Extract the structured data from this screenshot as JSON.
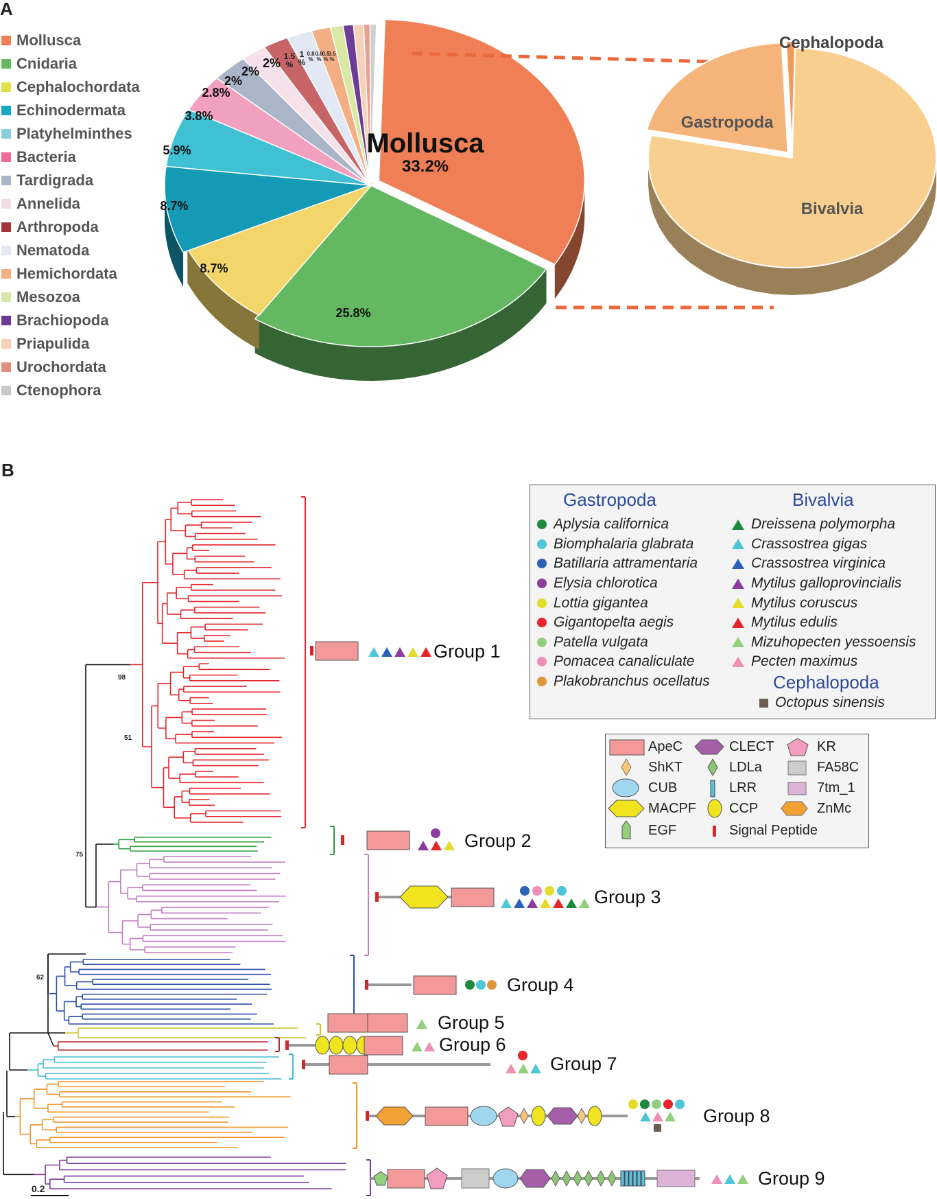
{
  "figure": {
    "panel_a_label": "A",
    "panel_b_label": "B"
  },
  "legend_a": [
    {
      "label": "Mollusca",
      "color": "#f07f55"
    },
    {
      "label": "Cnidaria",
      "color": "#63b861"
    },
    {
      "label": "Cephalochordata",
      "color": "#e2e04a"
    },
    {
      "label": "Echinodermata",
      "color": "#14a8c4"
    },
    {
      "label": "Platyhelminthes",
      "color": "#86d0dc"
    },
    {
      "label": "Bacteria",
      "color": "#ee6a97"
    },
    {
      "label": "Tardigrada",
      "color": "#a9b5c9"
    },
    {
      "label": "Annelida",
      "color": "#f3dbe5"
    },
    {
      "label": "Arthropoda",
      "color": "#a2333a"
    },
    {
      "label": "Nematoda",
      "color": "#e2e8f3"
    },
    {
      "label": "Hemichordata",
      "color": "#f4b07f"
    },
    {
      "label": "Mesozoa",
      "color": "#d8e6a8"
    },
    {
      "label": "Brachiopoda",
      "color": "#6c3a94"
    },
    {
      "label": "Priapulida",
      "color": "#f7cfb6"
    },
    {
      "label": "Urochordata",
      "color": "#e08f7c"
    },
    {
      "label": "Ctenophora",
      "color": "#c8c8c8"
    }
  ],
  "chart_data": [
    {
      "type": "pie",
      "title": "",
      "slices": [
        {
          "name": "Mollusca",
          "value": 33.2,
          "label": "33.2%",
          "big_label": "Mollusca",
          "color": "#f07f55"
        },
        {
          "name": "Cnidaria",
          "value": 25.8,
          "label": "25.8%",
          "color": "#63b861"
        },
        {
          "name": "Cephalochordata",
          "value": 8.7,
          "label": "8.7%",
          "color": "#f3d66a"
        },
        {
          "name": "Echinodermata",
          "value": 8.7,
          "label": "8.7%",
          "color": "#159ab5"
        },
        {
          "name": "Platyhelminthes",
          "value": 5.9,
          "label": "5.9%",
          "color": "#3fc0d3"
        },
        {
          "name": "Bacteria",
          "value": 3.8,
          "label": "3.8%",
          "color": "#f2a0c0"
        },
        {
          "name": "Tardigrada",
          "value": 2.8,
          "label": "2.8%",
          "color": "#aab6c8"
        },
        {
          "name": "Annelida",
          "value": 2,
          "label": "2%",
          "color": "#f5e1ea"
        },
        {
          "name": "Arthropoda",
          "value": 2,
          "label": "2%",
          "color": "#c76467"
        },
        {
          "name": "Nematoda",
          "value": 2,
          "label": "2%",
          "color": "#e3e9f4"
        },
        {
          "name": "Hemichordata",
          "value": 1.5,
          "label": "1.5 %",
          "color": "#f4ae84"
        },
        {
          "name": "Mesozoa",
          "value": 1,
          "label": "1 %",
          "color": "#d9e8a3"
        },
        {
          "name": "Brachiopoda",
          "value": 0.8,
          "label": "0.8 %",
          "color": "#6d3d96"
        },
        {
          "name": "Priapulida",
          "value": 0.8,
          "label": "0.8 %",
          "color": "#f6d0b8"
        },
        {
          "name": "Urochordata",
          "value": 0.5,
          "label": "0.5 %",
          "color": "#e5a090"
        },
        {
          "name": "Ctenophora",
          "value": 0.5,
          "label": "0.5 %",
          "color": "#cfcfcf"
        }
      ]
    },
    {
      "type": "pie",
      "title": "",
      "slices": [
        {
          "name": "Bivalvia",
          "value": 78,
          "label": "Bivalvia",
          "color": "#f8cf8e"
        },
        {
          "name": "Gastropoda",
          "value": 21,
          "label": "Gastropoda",
          "color": "#f5b47a"
        },
        {
          "name": "Cephalopoda",
          "value": 1,
          "label": "Cephalopoda",
          "color": "#f09b5a"
        }
      ]
    }
  ],
  "species_legend": {
    "gastropoda_title": "Gastropoda",
    "bivalvia_title": "Bivalvia",
    "cephalopoda_title": "Cephalopoda",
    "gastropoda": [
      {
        "name": "Aplysia californica",
        "color": "#1e8a3e"
      },
      {
        "name": "Biomphalaria glabrata",
        "color": "#4fc6d6"
      },
      {
        "name": "Batillaria attramentaria",
        "color": "#2b62b8"
      },
      {
        "name": "Elysia chlorotica",
        "color": "#8a3d9c"
      },
      {
        "name": "Lottia gigantea",
        "color": "#e4dc2a"
      },
      {
        "name": "Gigantopelta aegis",
        "color": "#e5252b"
      },
      {
        "name": "Patella vulgata",
        "color": "#93d07e"
      },
      {
        "name": "Pomacea canaliculate",
        "color": "#f08fb6"
      },
      {
        "name": "Plakobranchus ocellatus",
        "color": "#e0963a"
      }
    ],
    "bivalvia": [
      {
        "name": "Dreissena polymorpha",
        "color": "#1e8a3e"
      },
      {
        "name": "Crassostrea gigas",
        "color": "#4fc6d6"
      },
      {
        "name": "Crassostrea virginica",
        "color": "#2b62b8"
      },
      {
        "name": "Mytilus galloprovincialis",
        "color": "#8a3d9c"
      },
      {
        "name": "Mytilus coruscus",
        "color": "#e4dc2a"
      },
      {
        "name": "Mytilus edulis",
        "color": "#e5252b"
      },
      {
        "name": "Mizuhopecten yessoensis",
        "color": "#93d07e"
      },
      {
        "name": "Pecten maximus",
        "color": "#f08fb6"
      }
    ],
    "cephalopoda": [
      {
        "name": "Octopus sinensis",
        "color": "#6b5d50"
      }
    ]
  },
  "domain_legend": [
    {
      "name": "ApeC",
      "icon": "apec-rect-icon"
    },
    {
      "name": "CLECT",
      "icon": "clect-hexagon-icon"
    },
    {
      "name": "KR",
      "icon": "kr-pentagon-icon"
    },
    {
      "name": "ShKT",
      "icon": "shkt-diamond-icon"
    },
    {
      "name": "LDLa",
      "icon": "ldla-leaf-icon"
    },
    {
      "name": "FA58C",
      "icon": "fa58c-square-icon"
    },
    {
      "name": "CUB",
      "icon": "cub-ellipse-icon"
    },
    {
      "name": "LRR",
      "icon": "lrr-bar-icon"
    },
    {
      "name": "7tm_1",
      "icon": "seven-tm-rect-icon"
    },
    {
      "name": "MACPF",
      "icon": "macpf-hexagon-icon"
    },
    {
      "name": "CCP",
      "icon": "ccp-oval-icon"
    },
    {
      "name": "ZnMc",
      "icon": "znmc-hexagon-icon"
    },
    {
      "name": "EGF",
      "icon": "egf-pentagon-icon"
    },
    {
      "name": "Signal Peptide",
      "icon": "signal-peptide-icon"
    }
  ],
  "tree": {
    "scale_label": "0.2",
    "bootstrap_root": [
      "75",
      "62",
      "98",
      "51"
    ],
    "groups": [
      {
        "label": "Group 1",
        "color": "#e5252b"
      },
      {
        "label": "Group 2",
        "color": "#2e9e3a"
      },
      {
        "label": "Group 3",
        "color": "#c27bc4"
      },
      {
        "label": "Group 4",
        "color": "#2b4fa8"
      },
      {
        "label": "Group 5",
        "color": "#c9c424"
      },
      {
        "label": "Group 6",
        "color": "#b8262b"
      },
      {
        "label": "Group 7",
        "color": "#46b9d3"
      },
      {
        "label": "Group 8",
        "color": "#f0962c"
      },
      {
        "label": "Group 9",
        "color": "#7b3a97"
      }
    ]
  }
}
